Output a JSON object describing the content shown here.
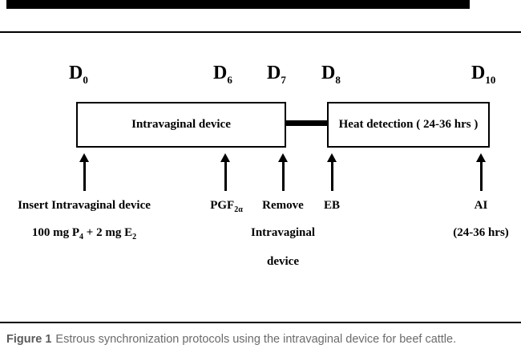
{
  "days": [
    {
      "base": "D",
      "sub": "0"
    },
    {
      "base": "D",
      "sub": "6"
    },
    {
      "base": "D",
      "sub": "7"
    },
    {
      "base": "D",
      "sub": "8"
    },
    {
      "base": "D",
      "sub": "10"
    }
  ],
  "boxes": {
    "intravaginal_device": "Intravaginal device",
    "heat_detection": "Heat detection ( 24-36 hrs )"
  },
  "events": {
    "insert": {
      "line1": "Insert Intravaginal device",
      "line2_p1": "100 mg P",
      "line2_sub1": "4",
      "line2_p2": " + 2 mg E",
      "line2_sub2": "2"
    },
    "pgf": {
      "base": "PGF",
      "sub": "2α"
    },
    "remove": {
      "line1": "Remove",
      "line2": "Intravaginal",
      "line3": "device"
    },
    "eb": "EB",
    "ai": {
      "line1": "AI",
      "line2": "(24-36 hrs)"
    }
  },
  "caption": {
    "label": "Figure 1",
    "text": "Estrous synchronization protocols using the intravaginal device for beef cattle."
  },
  "colors": {
    "line": "#000000",
    "caption_text": "#6b6b6b"
  }
}
